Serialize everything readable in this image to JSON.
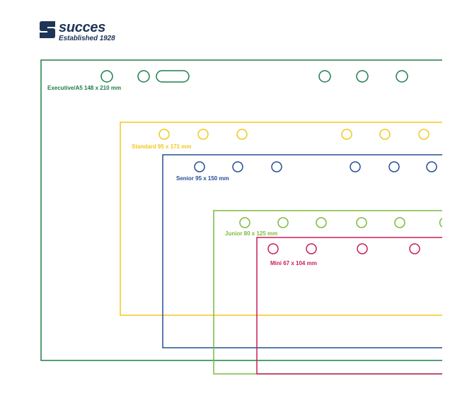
{
  "brand": {
    "name": "succes",
    "tagline": "Established 1928",
    "color": "#1d3557"
  },
  "formats": [
    {
      "key": "executive",
      "label": "Executive/A5 148 x 210 mm",
      "color": "#1e7d4b"
    },
    {
      "key": "standard",
      "label": "Standard 95 x 171 mm",
      "color": "#f2c81e"
    },
    {
      "key": "senior",
      "label": "Senior 95 x 150 mm",
      "color": "#244e96"
    },
    {
      "key": "junior",
      "label": "Junior 80 x 125 mm",
      "color": "#7fb83d"
    },
    {
      "key": "mini",
      "label": "Mini 67 x 104 mm",
      "color": "#c81e5a"
    }
  ]
}
